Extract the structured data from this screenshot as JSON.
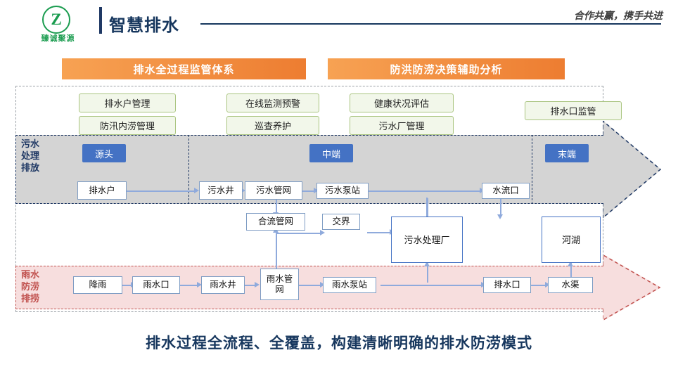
{
  "header": {
    "logo_letter": "Z",
    "logo_text": "臻诚聚源",
    "title": "智慧排水",
    "slogan": "合作共赢，携手共进"
  },
  "banners": [
    {
      "label": "排水全过程监管体系"
    },
    {
      "label": "防洪防涝决策辅助分析"
    }
  ],
  "green_boxes": [
    {
      "label": "排水户管理"
    },
    {
      "label": "在线监测预警"
    },
    {
      "label": "健康状况评估"
    },
    {
      "label": "排水口监管"
    },
    {
      "label": "防汛内涝管理"
    },
    {
      "label": "巡查养护"
    },
    {
      "label": "污水厂管理"
    }
  ],
  "bands": {
    "sewage_label": "污水\n处理\n排放",
    "sewage_label_lines": [
      "污水",
      "处理",
      "排放"
    ],
    "storm_label_lines": [
      "雨水",
      "防涝",
      "排捞"
    ]
  },
  "stage_chips": [
    {
      "label": "源头"
    },
    {
      "label": "中端"
    },
    {
      "label": "末端"
    }
  ],
  "nodes": {
    "paishuihu": "排水户",
    "wushuijing": "污水井",
    "wushuiguanwang": "污水管网",
    "wushuibengzhan": "污水泵站",
    "shuiliukou": "水流口",
    "heliuguanwang": "合流管网",
    "jiaojie": "交界",
    "wushuichuliuchang": "污水处理厂",
    "hehu": "河湖",
    "jiangyu": "降雨",
    "yushuikou_left": "雨水口",
    "yushuijing": "雨水井",
    "yushuiguanwang": "雨水管网",
    "yushuibengzhan": "雨水泵站",
    "paishuikou": "排水口",
    "shuiqu": "水渠"
  },
  "caption": "排水过程全流程、全覆盖，构建清晰明确的排水防涝模式"
}
